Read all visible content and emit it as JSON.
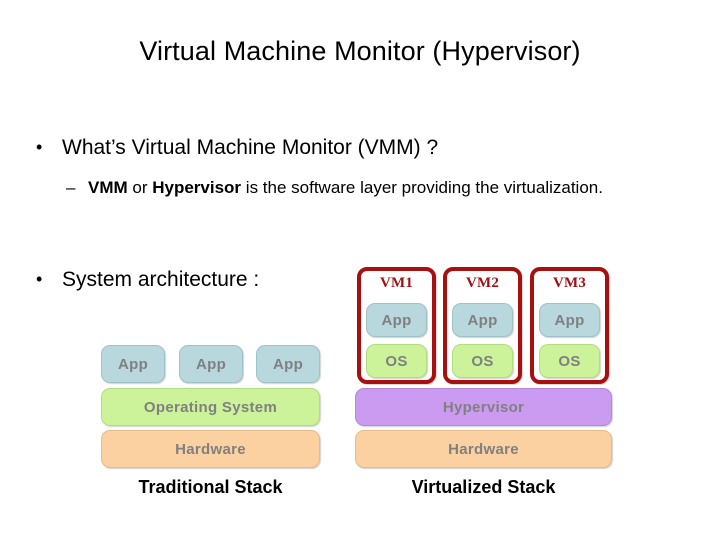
{
  "slide": {
    "title": "Virtual Machine Monitor (Hypervisor)"
  },
  "bullets": [
    {
      "level": 1,
      "marker": "•",
      "text": "What’s Virtual Machine Monitor (VMM) ?"
    },
    {
      "level": 2,
      "marker": "–",
      "bold1": "VMM",
      "mid1": " or ",
      "bold2": "Hypervisor",
      "rest": " is the software layer providing the virtualization."
    },
    {
      "level": 1,
      "marker": "•",
      "text": "System architecture :"
    }
  ],
  "diagram": {
    "traditional": {
      "caption": "Traditional Stack",
      "apps": [
        "App",
        "App",
        "App"
      ],
      "os": "Operating System",
      "hardware": "Hardware"
    },
    "virtualized": {
      "caption": "Virtualized Stack",
      "vms": [
        {
          "name": "VM1",
          "app": "App",
          "os": "OS"
        },
        {
          "name": "VM2",
          "app": "App",
          "os": "OS"
        },
        {
          "name": "VM3",
          "app": "App",
          "os": "OS"
        }
      ],
      "hypervisor": "Hypervisor",
      "hardware": "Hardware"
    }
  },
  "colors": {
    "app_fill": "#b9d8de",
    "os_fill": "#ccf399",
    "hardware_fill": "#fbd1a1",
    "hypervisor_fill": "#ca9bf0",
    "vm_border": "#a81010",
    "vm_label_text": "#9e1014",
    "box_text": "#808080",
    "slide_text": "#000000"
  }
}
